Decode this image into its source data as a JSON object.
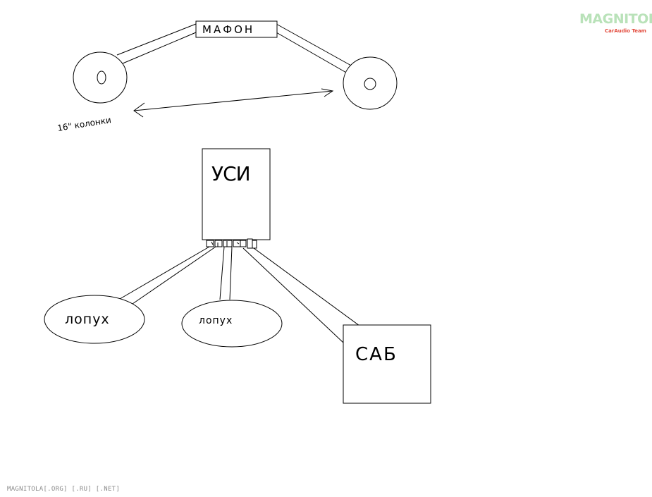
{
  "labels": {
    "head_unit": "МАФОН",
    "speakers_note": "16\" колонки",
    "amplifier": "УСИ",
    "tweeter_left": "лопух",
    "tweeter_center": "лопух",
    "subwoofer": "САБ"
  },
  "watermark": {
    "logo_text": "MAGNITOLA",
    "logo_subtext": "CarAudio Team",
    "footer_text": "MAGNITOLA[.ORG] [.RU] [.NET]"
  },
  "colors": {
    "logo_green": "#b9e2b9",
    "logo_red": "#e24a3c",
    "ink": "#000000"
  }
}
